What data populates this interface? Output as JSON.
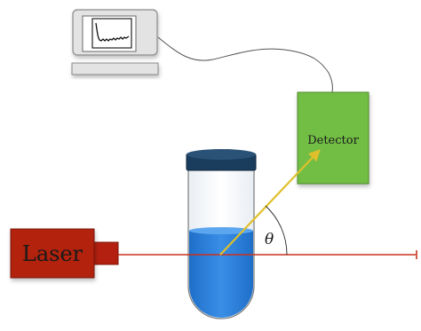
{
  "labels": {
    "laser": "Laser",
    "detector": "Detector",
    "angle": "θ"
  },
  "colors": {
    "laser_body": "#b3200f",
    "laser_beam": "#c8321e",
    "scattered_beam": "#dfc02a",
    "detector_body": "#72be44",
    "liquid": "#2f86df",
    "cap": "#1a3d5e",
    "monitor_frame": "#e3e3e3"
  },
  "icons": {
    "computer": "computer-monitor-icon",
    "detector": "detector-box",
    "sample": "test-tube-icon",
    "laser": "laser-source-box"
  }
}
